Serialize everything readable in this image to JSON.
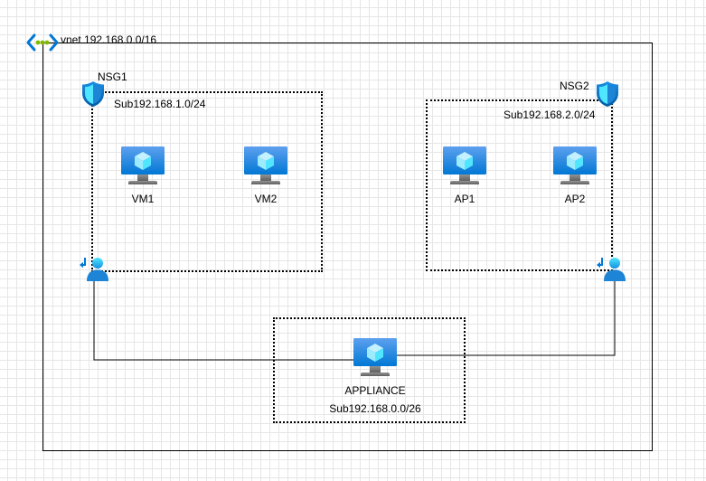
{
  "vnet": {
    "label": "vnet 192.168.0.0/16",
    "icon": "virtual-network-icon"
  },
  "subnets": [
    {
      "nsg": "NSG1",
      "subnet_label": "Sub192.168.1.0/24",
      "vms": [
        "VM1",
        "VM2"
      ],
      "icons": [
        "shield-icon",
        "vm-monitor-icon",
        "user-icon"
      ]
    },
    {
      "nsg": "NSG2",
      "subnet_label": "Sub192.168.2.0/24",
      "vms": [
        "AP1",
        "AP2"
      ],
      "icons": [
        "shield-icon",
        "vm-monitor-icon",
        "user-icon"
      ]
    }
  ],
  "appliance": {
    "name": "APPLIANCE",
    "subnet_label": "Sub192.168.0.0/26",
    "icon": "vm-monitor-icon"
  },
  "colors": {
    "azure_blue": "#0078d4",
    "light_blue": "#50e6ff",
    "vnet_green": "#7fba00",
    "border": "#000000"
  }
}
